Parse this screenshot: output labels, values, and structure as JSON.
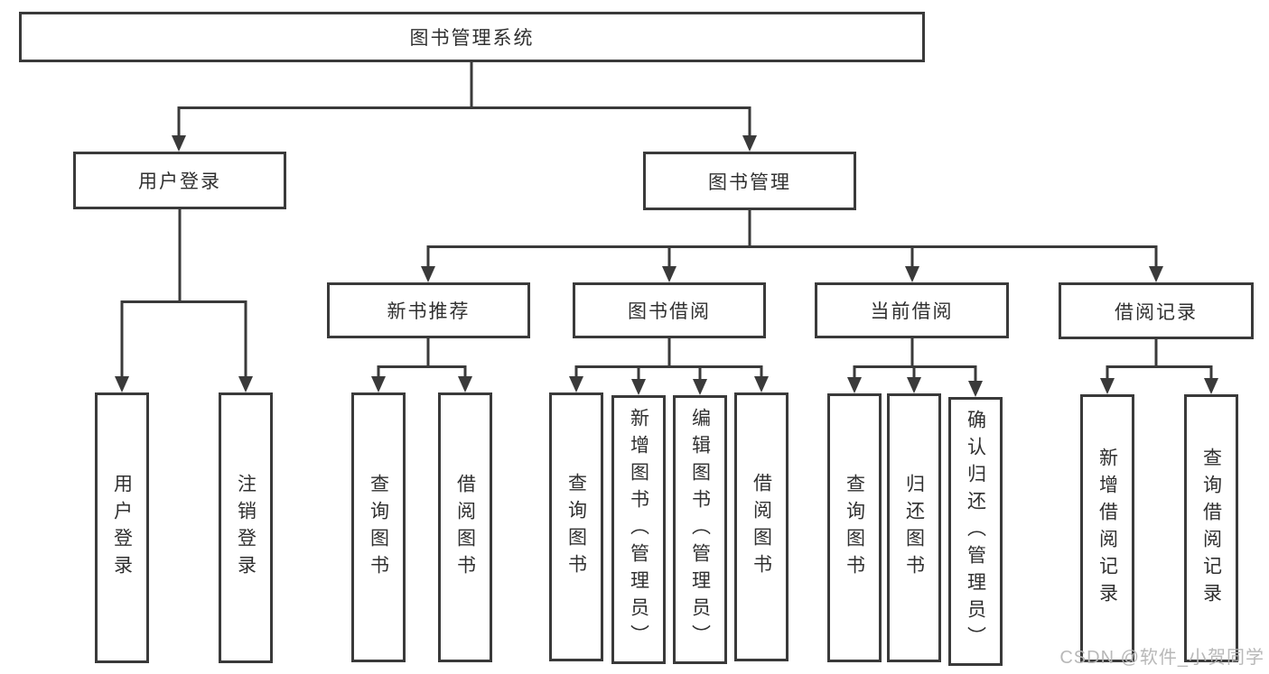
{
  "diagram": {
    "root": {
      "label": "图书管理系统"
    },
    "branches": [
      {
        "label": "用户登录"
      },
      {
        "label": "图书管理"
      }
    ],
    "sections": [
      {
        "label": "新书推荐",
        "parent": "图书管理"
      },
      {
        "label": "图书借阅",
        "parent": "图书管理"
      },
      {
        "label": "当前借阅",
        "parent": "图书管理"
      },
      {
        "label": "借阅记录",
        "parent": "图书管理"
      }
    ],
    "leaves": [
      {
        "label": "用户登录",
        "parent": "用户登录"
      },
      {
        "label": "注销登录",
        "parent": "用户登录"
      },
      {
        "label": "查询图书",
        "parent": "新书推荐"
      },
      {
        "label": "借阅图书",
        "parent": "新书推荐"
      },
      {
        "label": "查询图书",
        "parent": "图书借阅"
      },
      {
        "label": "新增图书（管理员）",
        "parent": "图书借阅"
      },
      {
        "label": "编辑图书（管理员）",
        "parent": "图书借阅"
      },
      {
        "label": "借阅图书",
        "parent": "图书借阅"
      },
      {
        "label": "查询图书",
        "parent": "当前借阅"
      },
      {
        "label": "归还图书",
        "parent": "当前借阅"
      },
      {
        "label": "确认归还（管理员）",
        "parent": "当前借阅"
      },
      {
        "label": "新增借阅记录",
        "parent": "借阅记录"
      },
      {
        "label": "查询借阅记录",
        "parent": "借阅记录"
      }
    ]
  },
  "watermark": "CSDN @软件_小贺同学",
  "colors": {
    "line": "#3a3a3a",
    "text": "#303030",
    "watermark": "#b4b4b4",
    "background": "#ffffff"
  }
}
